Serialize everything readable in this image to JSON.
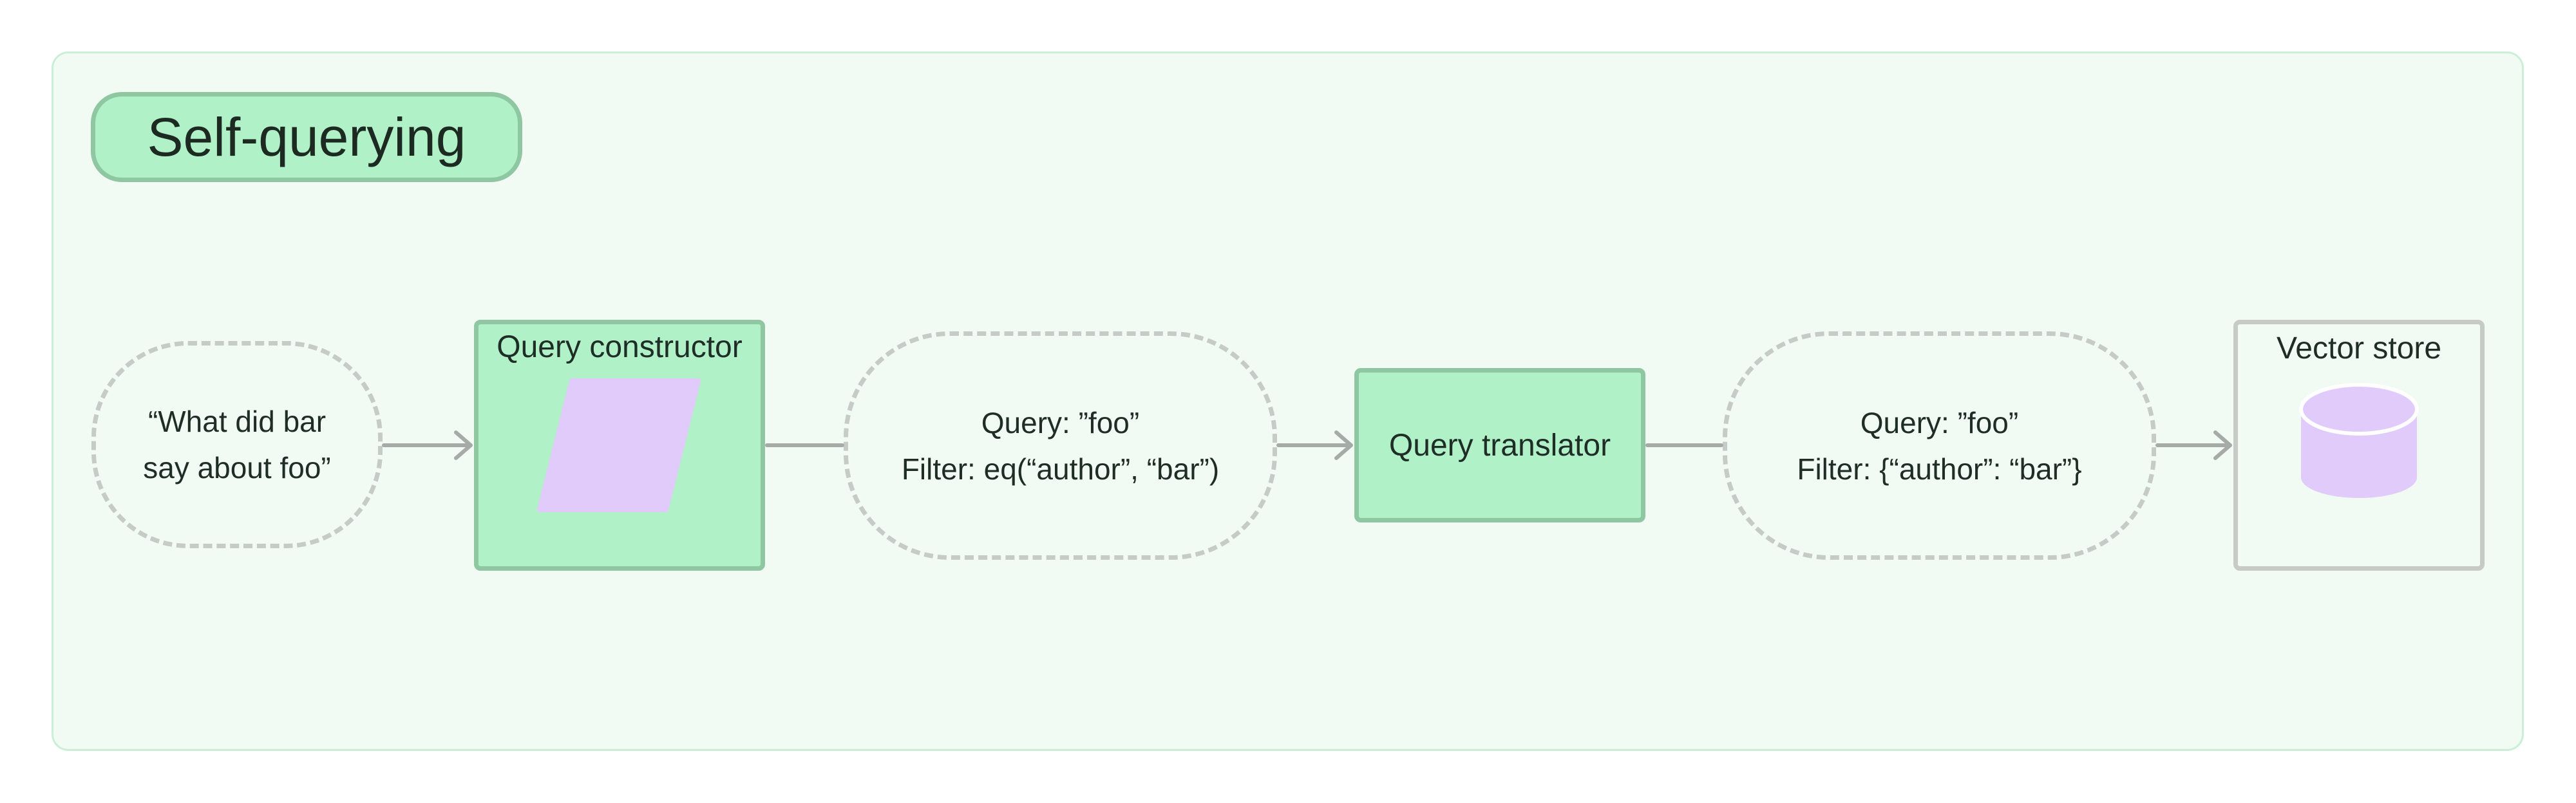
{
  "title": "Self-querying",
  "nodes": {
    "input": {
      "line1": "“What did bar",
      "line2": "say about foo”"
    },
    "query_constructor": {
      "label": "Query constructor"
    },
    "structured_query": {
      "line1": "Query: ”foo”",
      "line2": "Filter: eq(“author”, “bar”)"
    },
    "query_translator": {
      "label": "Query translator"
    },
    "translated_query": {
      "line1": "Query: ”foo”",
      "line2": "Filter: {“author”: “bar”}"
    },
    "vector_store": {
      "label": "Vector store"
    }
  },
  "colors": {
    "panel_bg": "#f1faf3",
    "panel_border": "#c9efd8",
    "green_fill": "#b0f1c8",
    "green_border": "#8fc7a3",
    "purple": "#e1cbfb",
    "grey": "#c6cbc7",
    "connector": "#a6aba8"
  }
}
